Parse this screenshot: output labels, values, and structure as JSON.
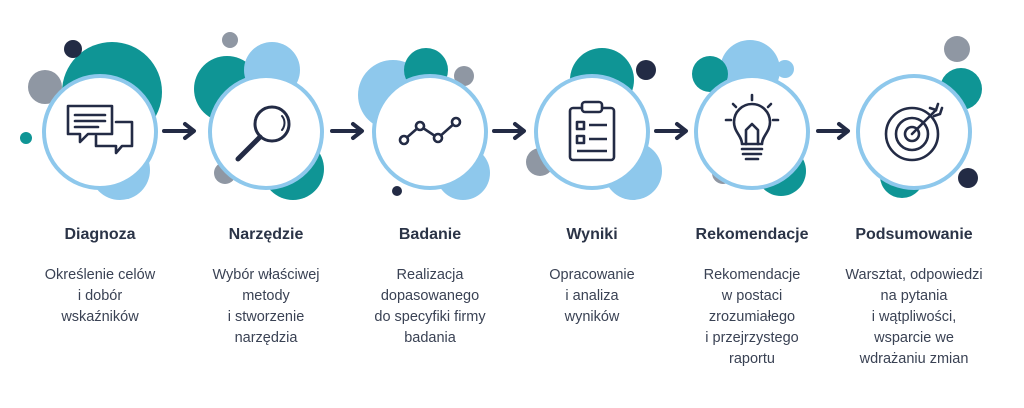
{
  "colors": {
    "teal": "#0f9595",
    "light_blue": "#8ec8ec",
    "navy": "#232b45",
    "gray": "#8f97a3",
    "ring": "#8ec8ec",
    "icon_stroke": "#232b45"
  },
  "steps": [
    {
      "title": "Diagnoza",
      "icon": "speech-bubbles-icon",
      "description": [
        "Określenie celów",
        "i dobór",
        "wskaźników"
      ]
    },
    {
      "title": "Narzędzie",
      "icon": "magnifying-glass-icon",
      "description": [
        "Wybór właściwej",
        "metody",
        "i stworzenie",
        "narzędzia"
      ]
    },
    {
      "title": "Badanie",
      "icon": "line-graph-icon",
      "description": [
        "Realizacja",
        "dopasowanego",
        "do specyfiki firmy",
        "badania"
      ]
    },
    {
      "title": "Wyniki",
      "icon": "clipboard-icon",
      "description": [
        "Opracowanie",
        "i analiza",
        "wyników"
      ]
    },
    {
      "title": "Rekomendacje",
      "icon": "lightbulb-icon",
      "description": [
        "Rekomendacje",
        "w postaci",
        "zrozumiałego",
        "i przejrzystego",
        "raportu"
      ]
    },
    {
      "title": "Podsumowanie",
      "icon": "target-icon",
      "description": [
        "Warsztat, odpowiedzi",
        "na pytania",
        "i wątpliwości,",
        "wsparcie we",
        "wdrażaniu zmian"
      ]
    }
  ]
}
